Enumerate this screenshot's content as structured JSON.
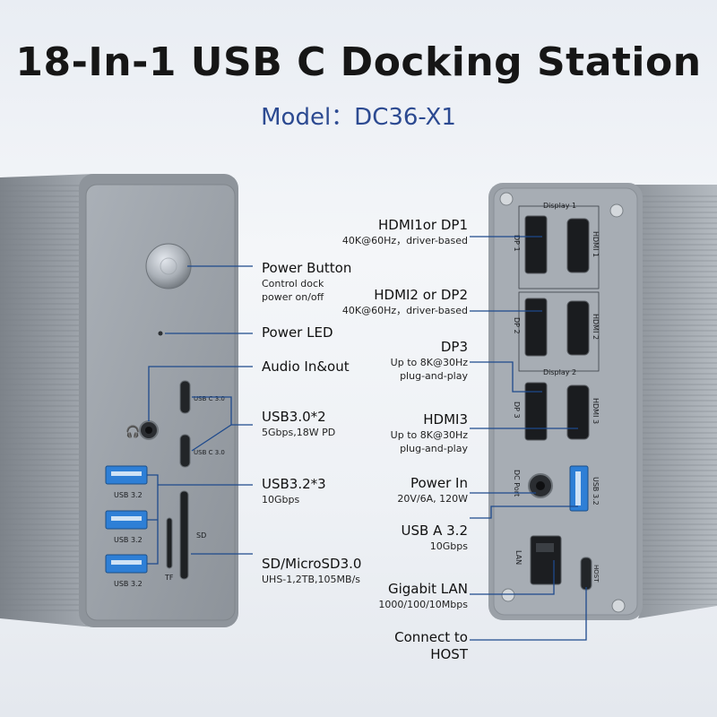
{
  "title": "18-In-1 USB C Docking Station",
  "subtitle": "Model：DC36-X1",
  "colors": {
    "accent": "#2c4a91",
    "device_body": "#8d939a",
    "panel": "#9ca2a9",
    "usb3_port": "#2e7fd6",
    "callout_line": "#1e4a8c"
  },
  "left_callouts": [
    {
      "title": "Power Button",
      "sub": [
        "Control dock",
        "power on/off"
      ]
    },
    {
      "title": "Power LED",
      "sub": []
    },
    {
      "title": "Audio In&out",
      "sub": []
    },
    {
      "title": "USB3.0*2",
      "sub": [
        "5Gbps,18W PD"
      ]
    },
    {
      "title": "USB3.2*3",
      "sub": [
        "10Gbps"
      ]
    },
    {
      "title": "SD/MicroSD3.0",
      "sub": [
        "UHS-1,2TB,105MB/s"
      ]
    }
  ],
  "right_callouts": [
    {
      "title": "HDMI1or DP1",
      "sub": [
        "40K@60Hz，driver-based"
      ]
    },
    {
      "title": "HDMI2 or DP2",
      "sub": [
        "40K@60Hz，driver-based"
      ]
    },
    {
      "title": "DP3",
      "sub": [
        "Up to 8K@30Hz",
        "plug-and-play"
      ]
    },
    {
      "title": "HDMI3",
      "sub": [
        "Up to 8K@30Hz",
        "plug-and-play"
      ]
    },
    {
      "title": "Power In",
      "sub": [
        "20V/6A, 120W"
      ]
    },
    {
      "title": "USB A 3.2",
      "sub": [
        "10Gbps"
      ]
    },
    {
      "title": "Gigabit LAN",
      "sub": [
        "1000/100/10Mbps"
      ]
    },
    {
      "title": "Connect to",
      "sub": [
        "HOST"
      ]
    }
  ],
  "port_labels": {
    "front": {
      "usbc1": "USB C 3.0",
      "usbc2": "USB C 3.0",
      "usb32": "USB 3.2",
      "sd": "SD",
      "tf": "TF"
    },
    "back": {
      "display1": "Display 1",
      "display2": "Display 2",
      "dp1": "DP 1",
      "hdmi1": "HDMI 1",
      "dp2": "DP 2",
      "hdmi2": "HDMI 2",
      "dp3": "DP 3",
      "hdmi3": "HDMI 3",
      "dcport": "DC Port",
      "usb32": "USB 3.2",
      "lan": "LAN",
      "host": "HOST"
    }
  }
}
